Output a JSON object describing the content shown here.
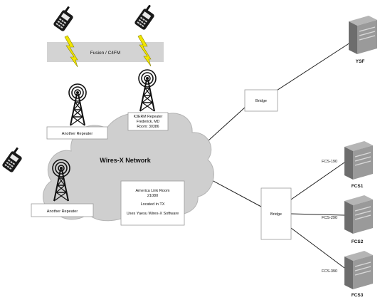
{
  "fusion_band": {
    "label": "Fusion / C4FM"
  },
  "cloud": {
    "title": "Wires-X Network"
  },
  "repeaters": {
    "left_top": {
      "label": "Another Repeater"
    },
    "k3erm": {
      "line1": "K3ERM Repeater",
      "line2": "Frederick, MD",
      "line3": "Room: 30386"
    },
    "left_bottom": {
      "label": "Another Repeater"
    }
  },
  "america_link": {
    "line1": "America Link Room",
    "line2": "21080",
    "line3": "Located in TX",
    "line4": "Uses Yaesu Wires-X Software"
  },
  "bridges": {
    "top": {
      "label": "Bridge"
    },
    "bottom": {
      "label": "Bridge"
    }
  },
  "servers": {
    "ysf": {
      "label": "YSF"
    },
    "fcs1": {
      "label": "FCS1",
      "link_label": "FCS-190"
    },
    "fcs2": {
      "label": "FCS2",
      "link_label": "FCS-290"
    },
    "fcs3": {
      "label": "FCS3",
      "link_label": "FCS-390"
    }
  },
  "icons": [
    "handheld-radio-icon",
    "lightning-bolt-icon",
    "radio-tower-icon",
    "server-tower-icon",
    "cloud-shape"
  ],
  "colors": {
    "band": "#d3d3d3",
    "cloud": "#cfcfcf",
    "lightning": "#f2e600",
    "server": "#8c8c8c"
  }
}
